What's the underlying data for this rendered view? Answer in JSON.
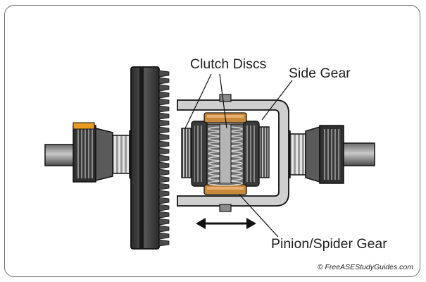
{
  "labels": {
    "clutch_discs": "Clutch Discs",
    "side_gear": "Side Gear",
    "pinion_spider_gear": "Pinion/Spider Gear"
  },
  "credit": "© FreeASEStudyGuides.com",
  "colors": {
    "dark_metal": "#3a3a3a",
    "mid_metal": "#5a5a5a",
    "light_metal": "#a8a8a8",
    "bronze": "#c8883a",
    "orange_tab": "#e89a22",
    "outline": "#111111"
  },
  "icons": {
    "movement": "double-arrow-icon"
  }
}
